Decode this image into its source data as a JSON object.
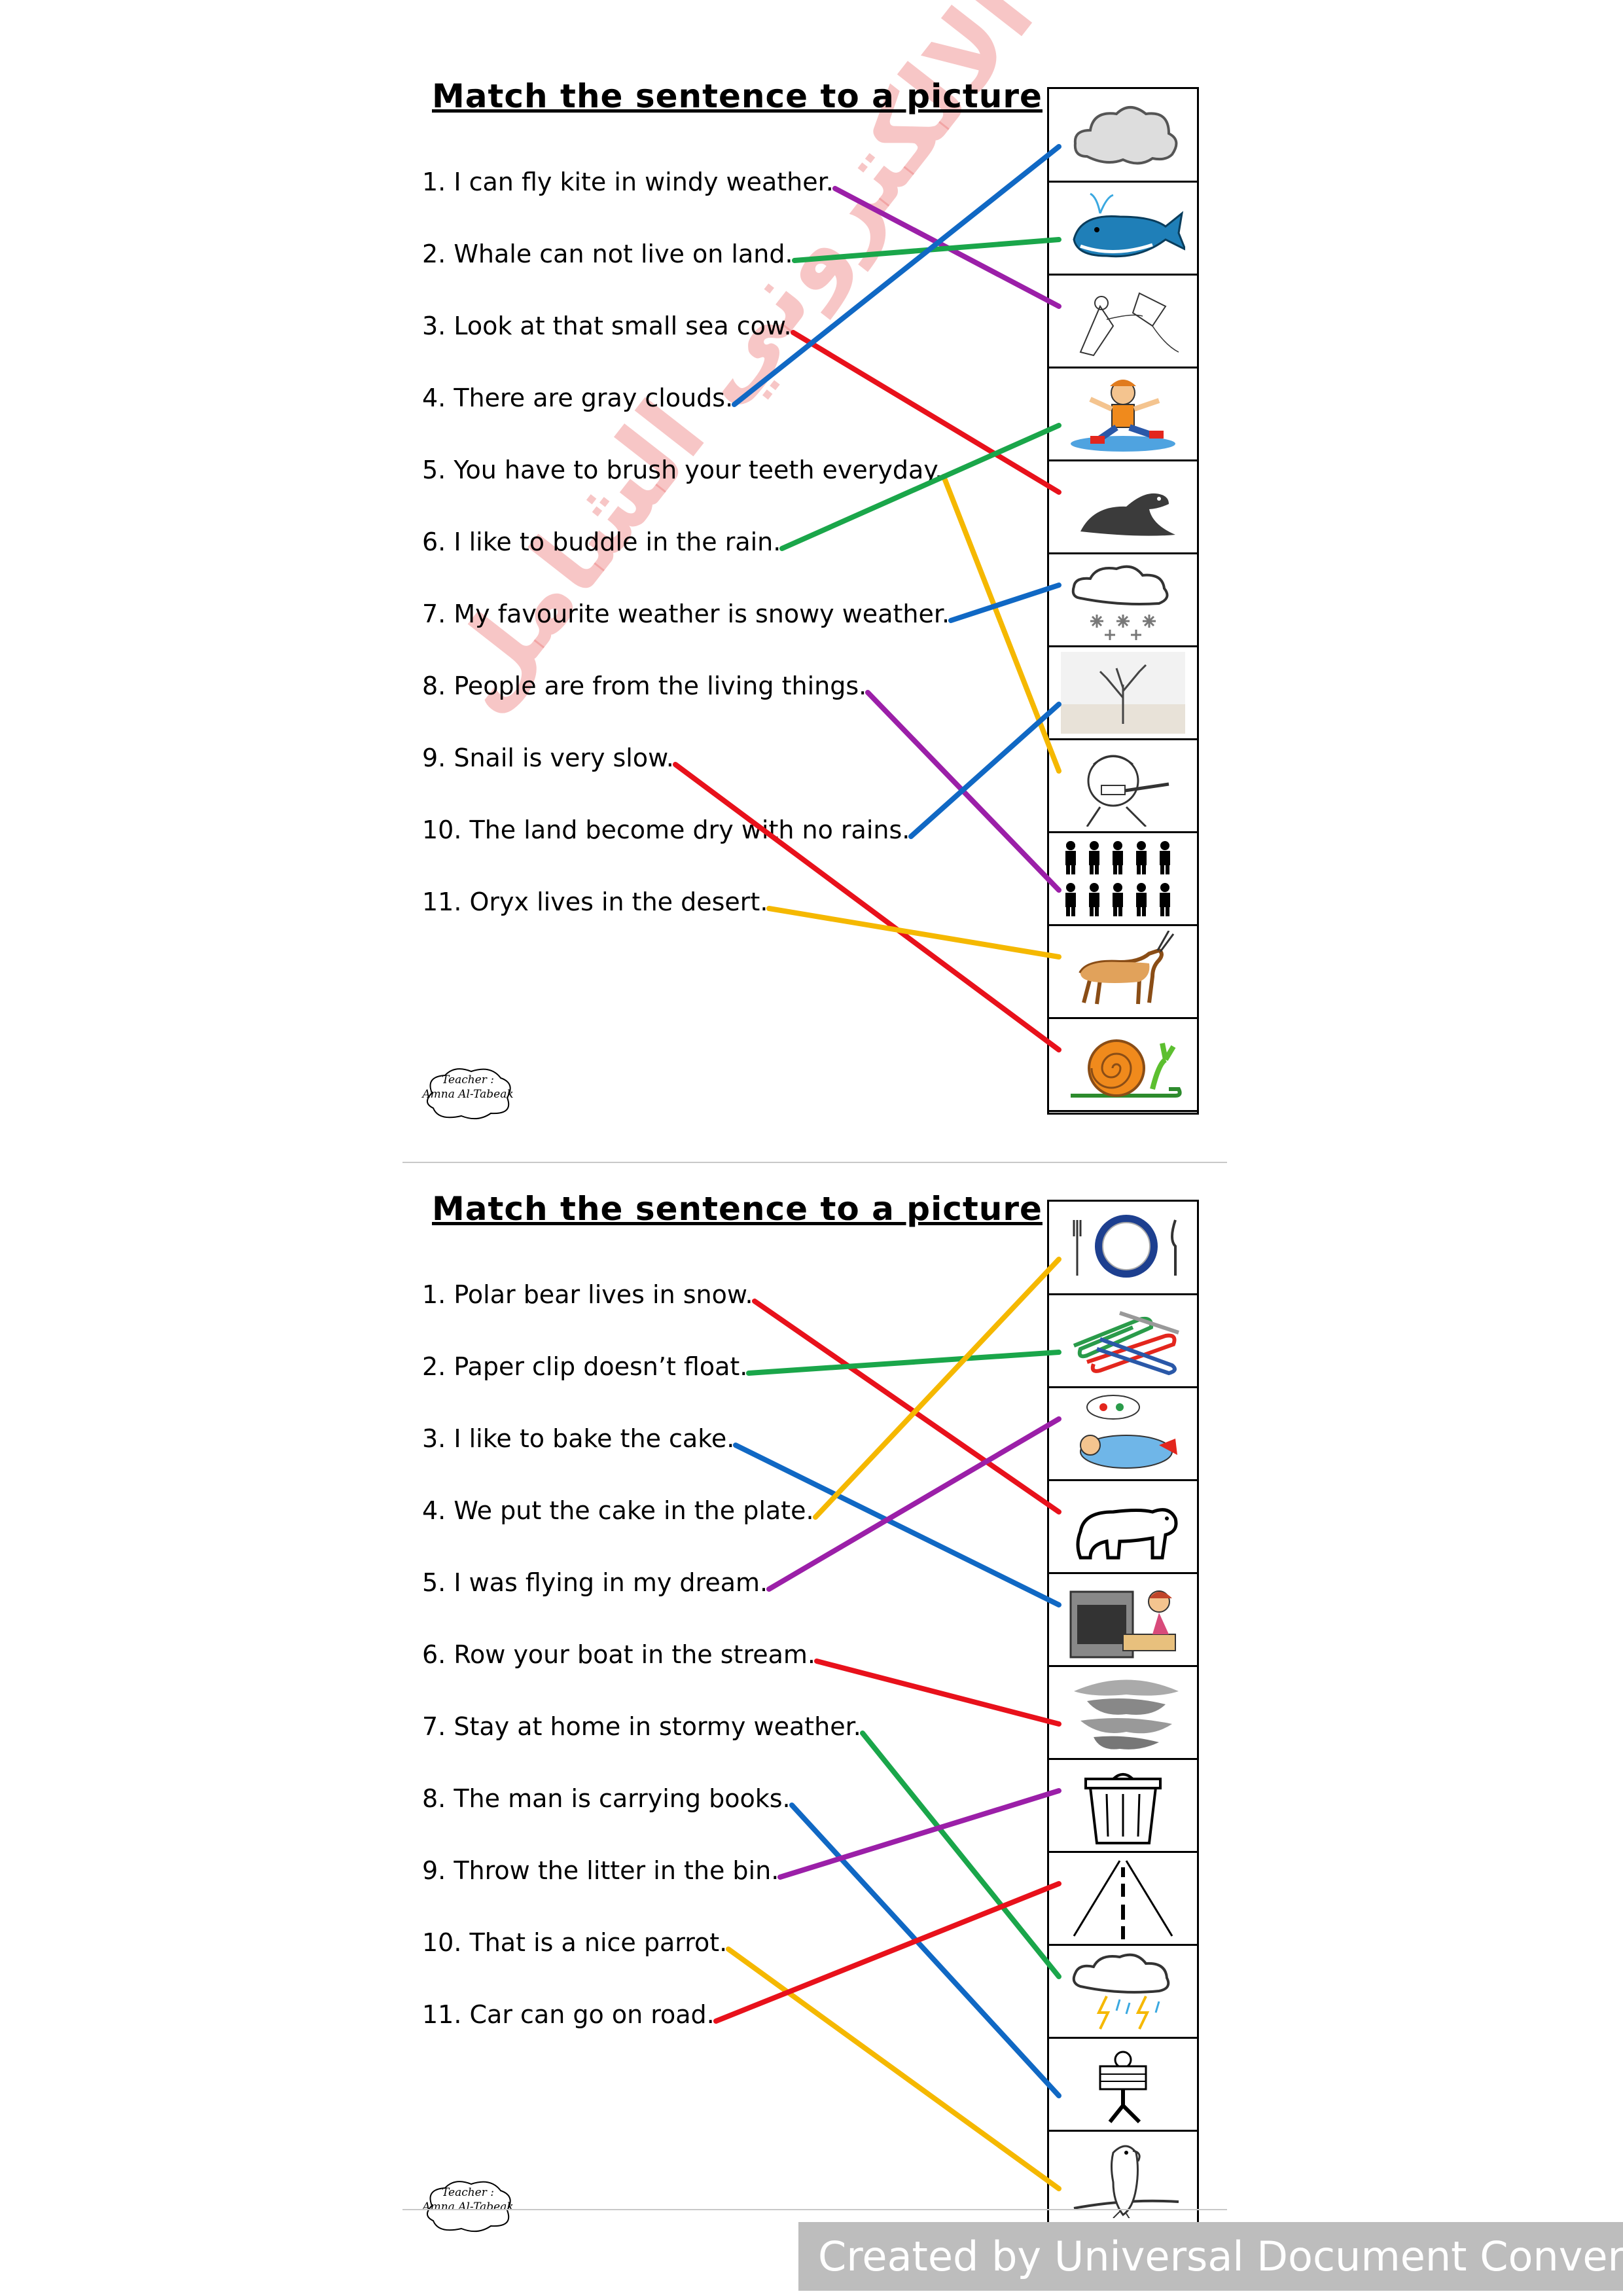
{
  "sections": [
    {
      "title": "Match the sentence to a picture",
      "sentences": [
        "1.  I can fly kite in windy weather.",
        "2.  Whale can not live on land.",
        "3.  Look at that small sea cow.",
        "4.  There are gray clouds.",
        "5.  You have to brush your teeth everyday.",
        "6.  I like to buddle in the rain.",
        "7.  My favourite weather is snowy weather.",
        "8.  People are from the living things.",
        "9.  Snail is very slow.",
        "10. The land become dry with no rains.",
        "11. Oryx lives in the desert."
      ],
      "pictures": [
        "cloud-icon",
        "whale-icon",
        "kite-child-icon",
        "puddle-boy-icon",
        "seal-icon",
        "snow-cloud-icon",
        "dry-tree-icon",
        "brushing-teeth-icon",
        "people-icon",
        "oryx-icon",
        "snail-icon"
      ],
      "teacher_label": "Teacher :",
      "teacher_name": "Amna Al-Tabeak",
      "matches": [
        {
          "sentence": 1,
          "picture": 3,
          "color": "#9b1fa8"
        },
        {
          "sentence": 2,
          "picture": 2,
          "color": "#1aa64a"
        },
        {
          "sentence": 3,
          "picture": 5,
          "color": "#e8111b"
        },
        {
          "sentence": 4,
          "picture": 1,
          "color": "#1068c4"
        },
        {
          "sentence": 5,
          "picture": 8,
          "color": "#f5b800"
        },
        {
          "sentence": 6,
          "picture": 4,
          "color": "#1aa64a"
        },
        {
          "sentence": 7,
          "picture": 6,
          "color": "#1068c4"
        },
        {
          "sentence": 8,
          "picture": 9,
          "color": "#9b1fa8"
        },
        {
          "sentence": 9,
          "picture": 11,
          "color": "#e8111b"
        },
        {
          "sentence": 10,
          "picture": 7,
          "color": "#1068c4"
        },
        {
          "sentence": 11,
          "picture": 10,
          "color": "#f5b800"
        }
      ]
    },
    {
      "title": "Match the sentence to a picture",
      "sentences": [
        "1.  Polar bear lives in snow.",
        "2.  Paper clip doesn’t float.",
        "3.  I like to bake the cake.",
        "4.  We put the cake in the plate.",
        "5.  I was flying in my dream.",
        "6.  Row your boat in the stream.",
        "7.  Stay at home in stormy weather.",
        "8.  The man is carrying books.",
        "9.  Throw the litter in the bin.",
        "10. That is a nice parrot.",
        "11. Car can go on road."
      ],
      "pictures": [
        "plate-icon",
        "paper-clips-icon",
        "dreaming-child-icon",
        "polar-bear-icon",
        "baking-oven-icon",
        "stream-icon",
        "trash-bin-icon",
        "road-icon",
        "storm-cloud-icon",
        "man-carrying-books-icon",
        "parrot-icon"
      ],
      "teacher_label": "Teacher :",
      "teacher_name": "Amna Al-Tabeak",
      "matches": [
        {
          "sentence": 1,
          "picture": 4,
          "color": "#e8111b"
        },
        {
          "sentence": 2,
          "picture": 2,
          "color": "#1aa64a"
        },
        {
          "sentence": 3,
          "picture": 5,
          "color": "#1068c4"
        },
        {
          "sentence": 4,
          "picture": 1,
          "color": "#f5b800"
        },
        {
          "sentence": 5,
          "picture": 3,
          "color": "#9b1fa8"
        },
        {
          "sentence": 6,
          "picture": 6,
          "color": "#e8111b"
        },
        {
          "sentence": 7,
          "picture": 9,
          "color": "#1aa64a"
        },
        {
          "sentence": 8,
          "picture": 10,
          "color": "#1068c4"
        },
        {
          "sentence": 9,
          "picture": 7,
          "color": "#9b1fa8"
        },
        {
          "sentence": 10,
          "picture": 11,
          "color": "#f5b800"
        },
        {
          "sentence": 11,
          "picture": 8,
          "color": "#e8111b"
        }
      ]
    }
  ],
  "watermark": "المنهج الالكتروني الشامل",
  "footer": "Created by Universal Document Converter"
}
